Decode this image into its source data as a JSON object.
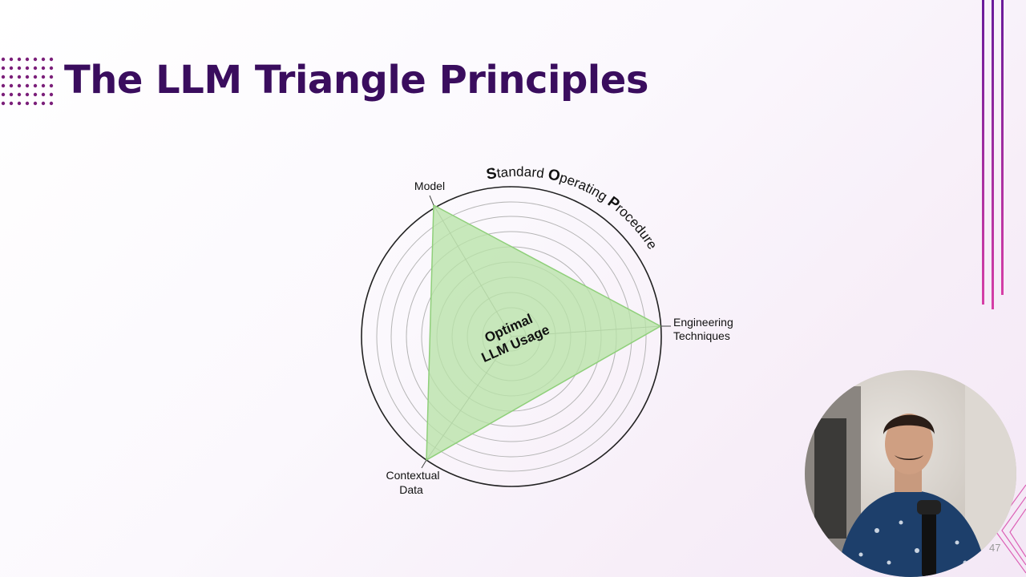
{
  "slide": {
    "title": "The LLM Triangle Principles",
    "page_number": "47"
  },
  "diagram": {
    "vertices": {
      "model": "Model",
      "engineering_line1": "Engineering",
      "engineering_line2": "Techniques",
      "contextual_line1": "Contextual",
      "contextual_line2": "Data"
    },
    "center_line1": "Optimal",
    "center_line2": "LLM Usage",
    "sop": {
      "s_initial": "S",
      "s_rest": "tandard ",
      "o_initial": "O",
      "o_rest": "perating ",
      "p_initial": "P",
      "p_rest": "rocedure"
    },
    "colors": {
      "triangle_fill": "#b9e3a8",
      "triangle_stroke": "#8fcf7a",
      "title": "#3a0d5e",
      "accent_purple": "#6a1b9a",
      "accent_pink": "#d63fa6"
    }
  },
  "icons": {
    "dots": "dot-grid-icon",
    "bars": "vertical-bars-icon"
  }
}
